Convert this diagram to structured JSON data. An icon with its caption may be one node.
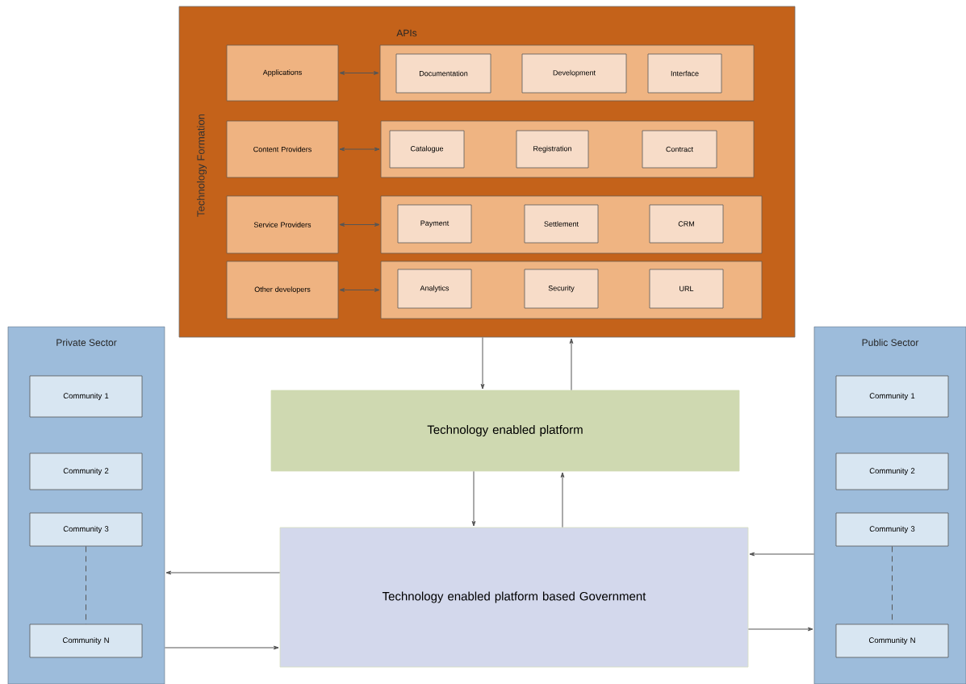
{
  "diagram": {
    "nodes": [
      {
        "text": [
          "Technology Formation"
        ]
      },
      {
        "text": [
          "Applications"
        ],
        "in": 0
      },
      {
        "text": [],
        "shape": "box",
        "in": 0
      },
      {
        "text": [
          "Documentation"
        ],
        "in": 2
      },
      {
        "text": [
          "Development"
        ],
        "in": 2
      },
      {
        "text": [
          "Interface"
        ],
        "in": 2
      },
      {
        "text": [
          "Content Providers"
        ],
        "in": 0
      },
      {
        "text": [],
        "shape": "box",
        "in": 0
      },
      {
        "text": [
          "Catalogue"
        ],
        "in": 7
      },
      {
        "text": [
          "Registration"
        ],
        "in": 7
      },
      {
        "text": [
          "Contract"
        ],
        "in": 7
      },
      {
        "text": [
          "Service Providers"
        ],
        "in": 0
      },
      {
        "text": [],
        "shape": "box",
        "in": 0
      },
      {
        "text": [
          "Payment"
        ],
        "in": 12
      },
      {
        "text": [
          "Settlement"
        ],
        "in": 12
      },
      {
        "text": [
          "CRM"
        ],
        "in": 12
      },
      {
        "text": [
          "Other developers"
        ],
        "in": 0
      },
      {
        "text": [],
        "shape": "box",
        "in": 0
      },
      {
        "text": [
          "Analytics"
        ],
        "in": 17
      },
      {
        "text": [
          "Security"
        ],
        "in": 17
      },
      {
        "text": [
          "URL"
        ],
        "in": 17
      },
      {
        "text": [
          "Technology enabled platform"
        ]
      },
      {
        "text": [
          "Technology enabled platform based Government"
        ]
      },
      {
        "text": [
          "Private Sector"
        ]
      },
      {
        "text": [
          "Community 1"
        ],
        "in": 23
      },
      {
        "text": [
          "Community 2"
        ],
        "in": 23
      },
      {
        "text": [
          "Community 3"
        ],
        "in": 23
      },
      {
        "text": [
          "Community N"
        ],
        "in": 23
      },
      {
        "text": [
          "Public Sector"
        ]
      },
      {
        "text": [
          "Community 1"
        ],
        "in": 28
      },
      {
        "text": [
          "Community 2"
        ],
        "in": 28
      },
      {
        "text": [
          "Community 3"
        ],
        "in": 28
      },
      {
        "text": [
          "Community N"
        ],
        "in": 28
      }
    ],
    "edges": [
      {
        "from": 1,
        "to": 2,
        "arrow": "both"
      },
      {
        "from": 6,
        "to": 7,
        "arrow": "both"
      },
      {
        "from": 11,
        "to": 12,
        "arrow": "both"
      },
      {
        "from": 16,
        "to": 17,
        "arrow": "both"
      },
      {
        "from": 0,
        "to": 21,
        "arrow": "to"
      },
      {
        "from": 21,
        "to": 0,
        "arrow": "to"
      },
      {
        "from": 21,
        "to": 22,
        "arrow": "to"
      },
      {
        "from": 22,
        "to": 21,
        "arrow": "to"
      },
      {
        "from": 22,
        "to": 23,
        "arrow": "to"
      },
      {
        "from": 23,
        "to": 22,
        "arrow": "to"
      },
      {
        "from": 28,
        "to": 22,
        "arrow": "to"
      },
      {
        "from": 22,
        "to": 28,
        "arrow": "to"
      },
      {
        "from": 26,
        "to": 27,
        "arrow": "none",
        "style": "dashed"
      },
      {
        "from": 31,
        "to": 32,
        "arrow": "none",
        "style": "dashed"
      }
    ],
    "labels": [
      "APIs"
    ]
  }
}
